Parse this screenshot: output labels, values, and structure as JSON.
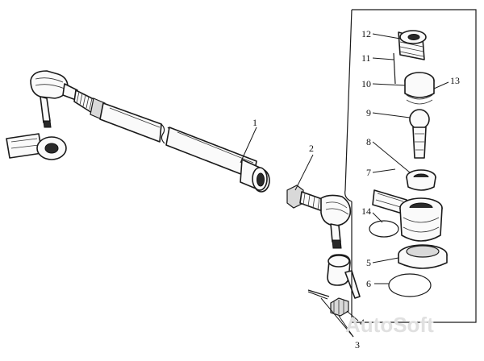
{
  "callouts": [
    {
      "id": "1",
      "text": "1"
    },
    {
      "id": "2",
      "text": "2"
    },
    {
      "id": "3",
      "text": "3"
    },
    {
      "id": "4",
      "text": "4"
    },
    {
      "id": "5",
      "text": "5"
    },
    {
      "id": "6",
      "text": "6"
    },
    {
      "id": "7",
      "text": "7"
    },
    {
      "id": "8",
      "text": "8"
    },
    {
      "id": "9",
      "text": "9"
    },
    {
      "id": "10",
      "text": "10"
    },
    {
      "id": "11",
      "text": "11"
    },
    {
      "id": "12",
      "text": "12"
    },
    {
      "id": "13",
      "text": "13"
    },
    {
      "id": "14",
      "text": "14"
    }
  ],
  "watermark": "AutoSoft"
}
